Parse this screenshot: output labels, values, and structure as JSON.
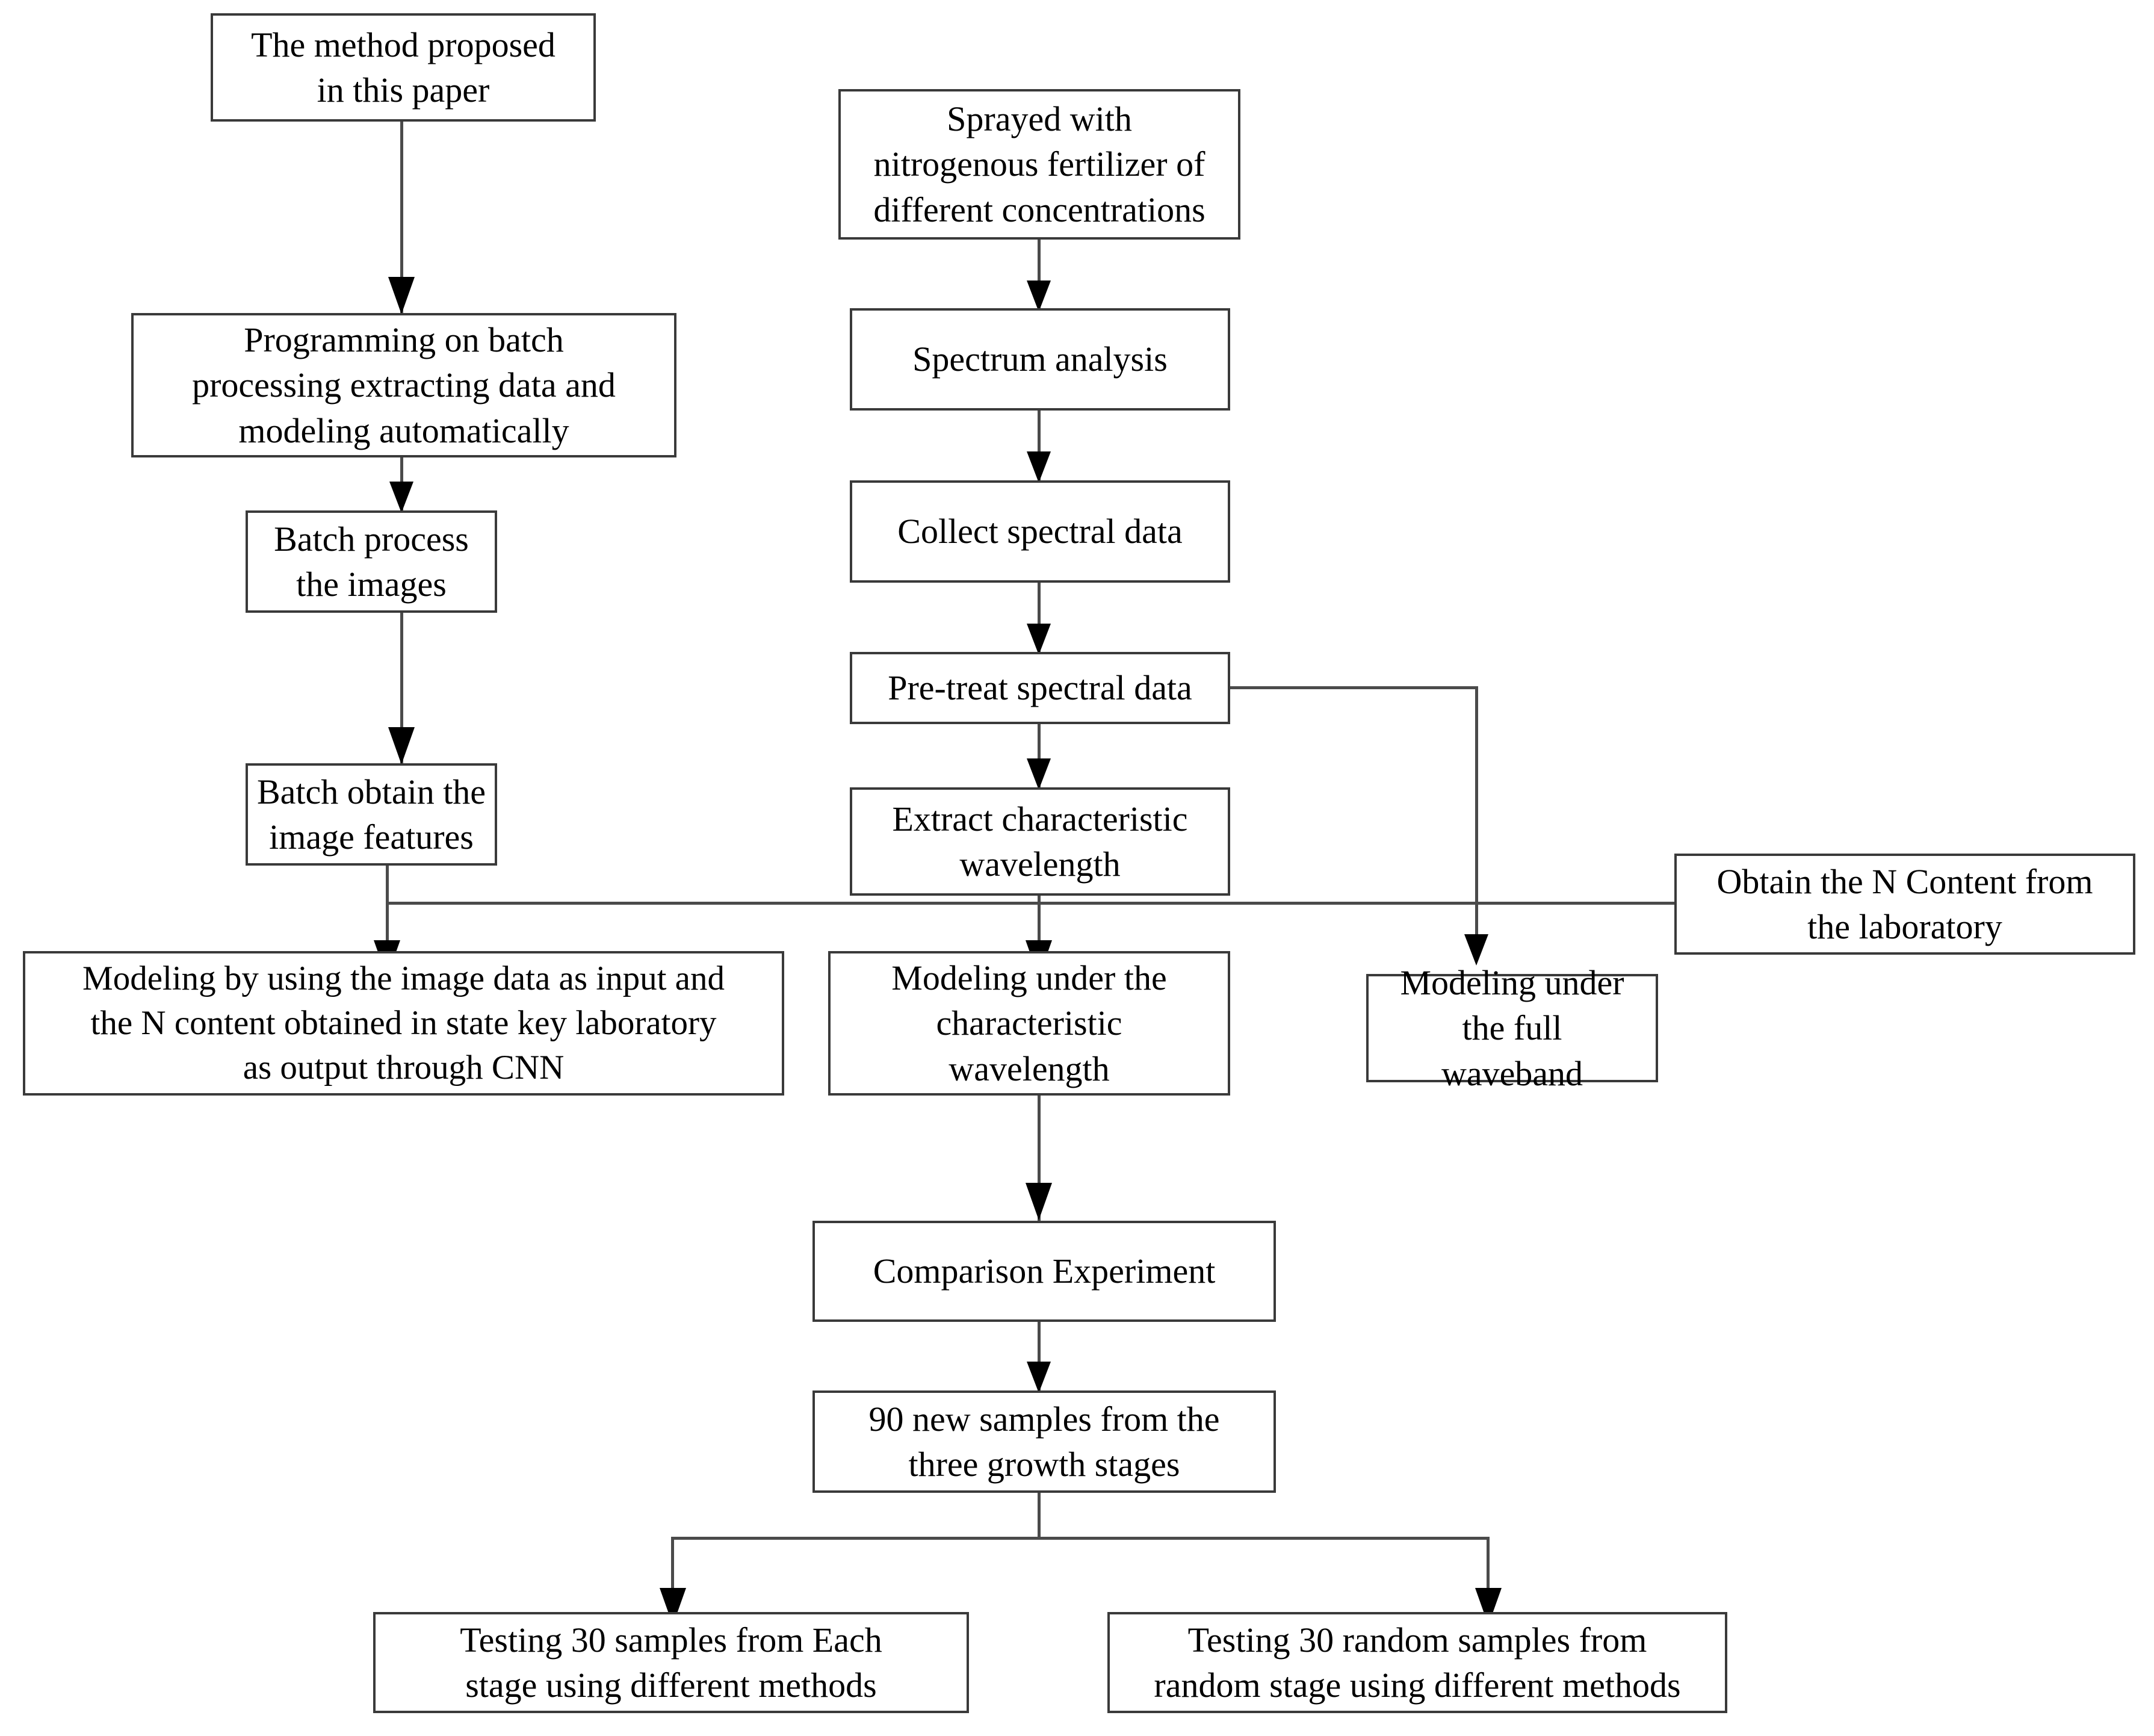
{
  "diagram": {
    "title": "Research workflow flowchart",
    "background_color": "#ffffff",
    "box_border_color": "#3a3a3a",
    "edge_color": "#4b4b4b",
    "text_color": "#000000",
    "nodes": [
      {
        "id": "method-proposed",
        "label": "The method proposed\nin this paper"
      },
      {
        "id": "programming-batch",
        "label": "Programming on batch\nprocessing extracting data and\nmodeling automatically"
      },
      {
        "id": "batch-process-images",
        "label": "Batch process\nthe images"
      },
      {
        "id": "batch-obtain-features",
        "label": "Batch obtain the\nimage features"
      },
      {
        "id": "modeling-image-cnn",
        "label": "Modeling by using the image data as input and\nthe  N content obtained in state  key laboratory\nas output through CNN"
      },
      {
        "id": "sprayed-fertilizer",
        "label": "Sprayed with\nnitrogenous fertilizer of\ndifferent concentrations"
      },
      {
        "id": "spectrum-analysis",
        "label": "Spectrum analysis"
      },
      {
        "id": "collect-spectral-data",
        "label": "Collect spectral data"
      },
      {
        "id": "pre-treat-spectral",
        "label": "Pre-treat spectral data"
      },
      {
        "id": "extract-characteristic",
        "label": "Extract characteristic\nwavelength"
      },
      {
        "id": "modeling-characteristic",
        "label": "Modeling under the\ncharacteristic\nwavelength"
      },
      {
        "id": "modeling-full-waveband",
        "label": "Modeling under the full\nwaveband"
      },
      {
        "id": "obtain-n-content",
        "label": "Obtain the N Content from\nthe laboratory"
      },
      {
        "id": "comparison-experiment",
        "label": "Comparison Experiment"
      },
      {
        "id": "ninety-new-samples",
        "label": "90 new samples from the\nthree growth stages"
      },
      {
        "id": "testing-each-stage",
        "label": "Testing 30 samples from Each\nstage using different methods"
      },
      {
        "id": "testing-random-stage",
        "label": "Testing 30 random samples from\nrandom stage using different methods"
      }
    ]
  }
}
